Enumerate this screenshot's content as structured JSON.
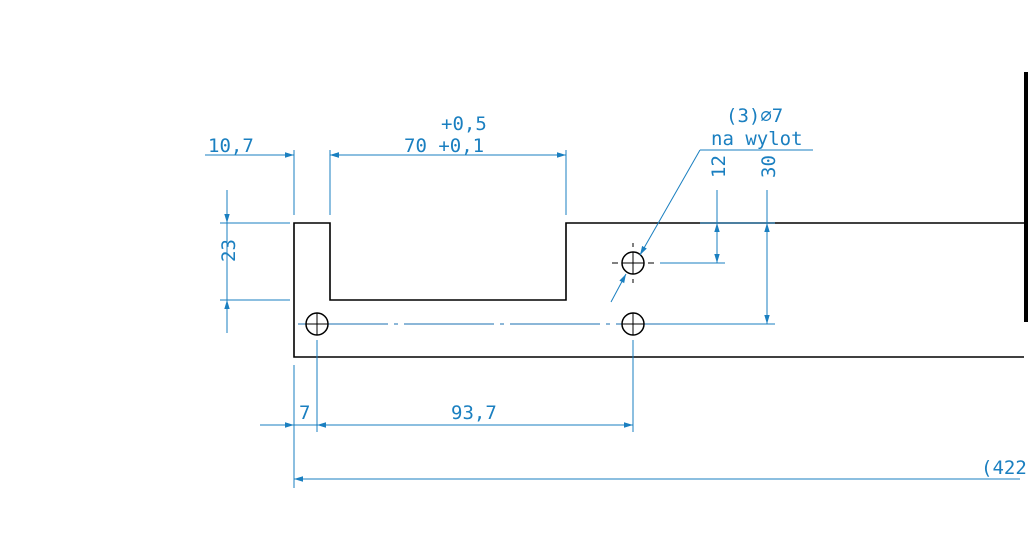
{
  "colors": {
    "background": "#ffffff",
    "part_outline": "#000000",
    "dimension": "#1a7fc0",
    "centerline": "#1a6fb0"
  },
  "dimensions": {
    "top_left_width": "10,7",
    "slot_width": "70 +0,1",
    "slot_tolerance_upper": "+0,5",
    "slot_depth": "23",
    "hole_callout_count_dia": "(3)∅7",
    "hole_callout_note": "na wylot",
    "hole_offset_12": "12",
    "hole_offset_30": "30",
    "hole_x_7": "7",
    "hole_spacing": "93,7",
    "overall_length": "(422"
  }
}
